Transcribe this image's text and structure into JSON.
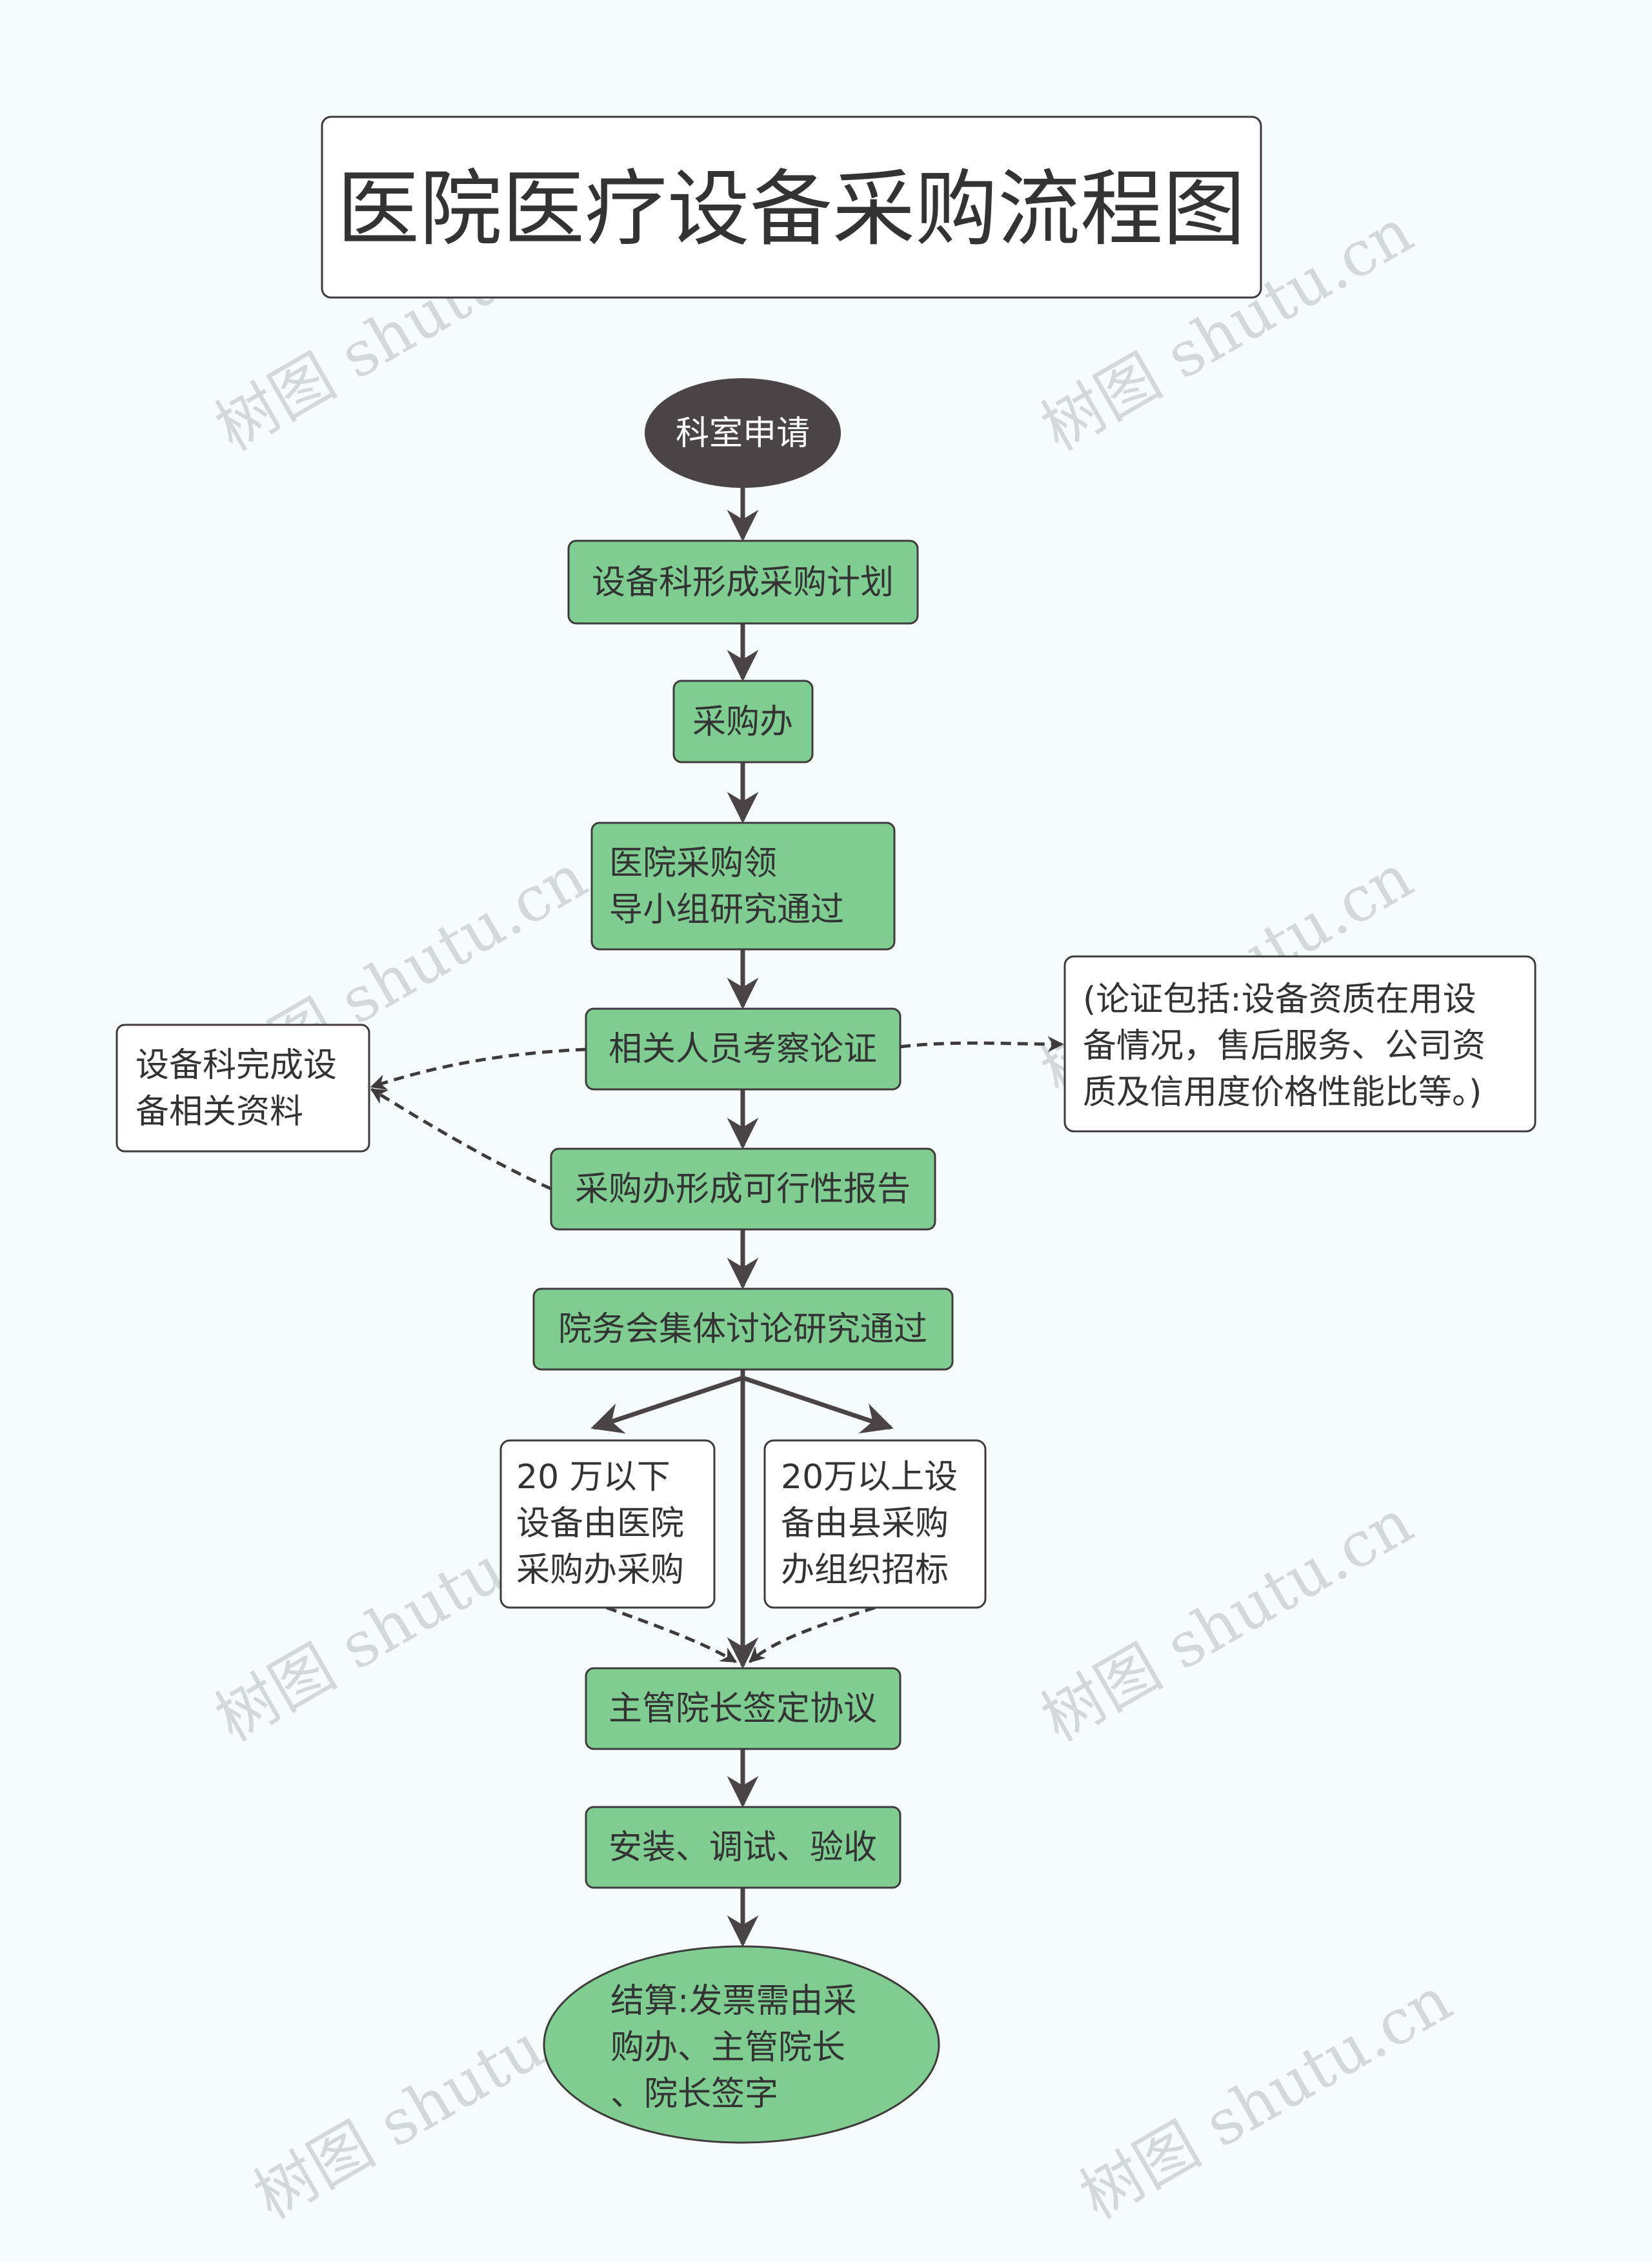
{
  "title": "医院医疗设备采购流程图",
  "watermark": "树图 shutu.cn",
  "colors": {
    "node_fill": "#80cd92",
    "start_fill": "#4a4446",
    "border": "#3f3a3b",
    "background": "#f6fcfc"
  },
  "nodes": {
    "start": "科室申请",
    "plan": "设备科形成采购计划",
    "office": "采购办",
    "leader": [
      "医院采购领",
      "导小组研究通过"
    ],
    "review": "相关人员考察论证",
    "report": "采购办形成可行性报告",
    "council": "院务会集体讨论研究通过",
    "below20": [
      "20 万以下",
      "设备由医院",
      "采购办采购"
    ],
    "above20": [
      "20万以上设",
      "备由县采购",
      "办组织招标"
    ],
    "sign": "主管院长签定协议",
    "install": "安装、调试、验收",
    "settle": [
      "结算:发票需由采",
      "购办、主管院长",
      "、院长签字"
    ]
  },
  "notes": {
    "left": [
      "设备科完成设",
      "备相关资料"
    ],
    "right": [
      "(论证包括:设备资质在用设",
      "备情况，售后服务、公司资",
      "质及信用度价格性能比等。)"
    ]
  }
}
